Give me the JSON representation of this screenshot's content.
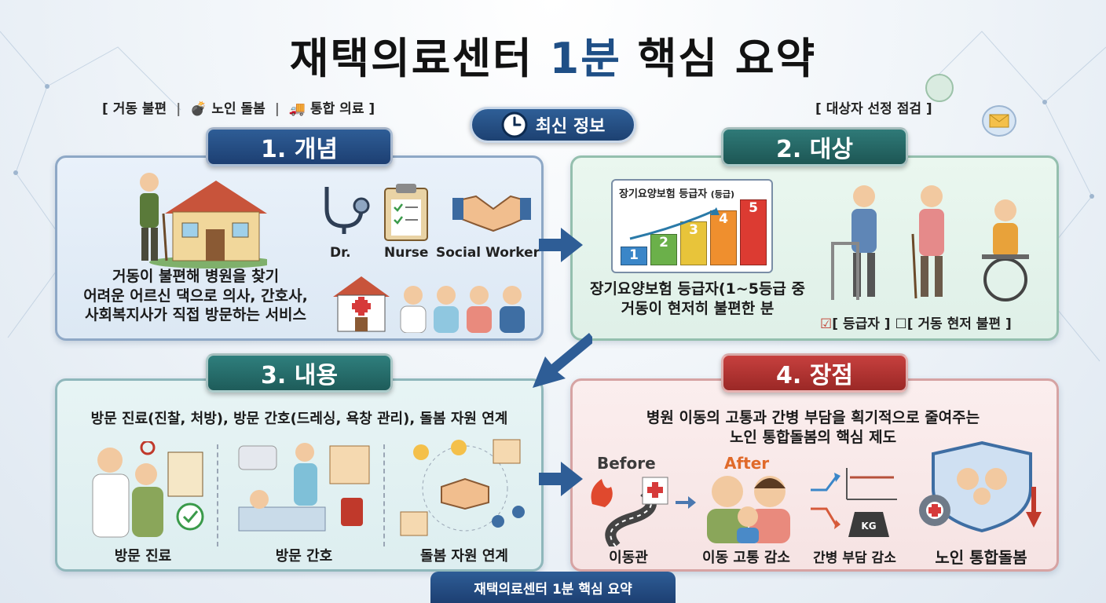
{
  "title": {
    "main": "재택의료센터",
    "accent": "1분",
    "rest": "핵심 요약"
  },
  "tags": {
    "left_open": "[",
    "left_1": "거동 불편",
    "left_2": "노인 돌봄",
    "left_3": "통합 의료",
    "left_close": "]",
    "right": "[ 대상자 선정 점검 ]"
  },
  "latest_label": "최신 정보",
  "section1": {
    "header": "1. 개념",
    "roles": [
      "Dr.",
      "Nurse",
      "Social Worker"
    ],
    "desc": [
      "거동이 불편해 병원을 찾기",
      "어려운 어르신 댁으로 의사, 간호사,",
      "사회복지사가 직접 방문하는 서비스"
    ]
  },
  "section2": {
    "header": "2. 대상",
    "chart_title": "장기요양보험 등급자",
    "chart_tag": "(등급)",
    "grades": [
      "1",
      "2",
      "3",
      "4",
      "5"
    ],
    "desc": [
      "장기요양보험 등급자(1~5등급 중",
      "거동이 현저히 불편한 분"
    ],
    "check_1": "[ 등급자 ]",
    "check_2": "[ 거동 현저 불편 ]"
  },
  "section3": {
    "header": "3. 내용",
    "desc": "방문 진료(진찰, 처방), 방문 간호(드레싱, 욕창 관리), 돌봄 자원 연계",
    "items": [
      "방문 진료",
      "방문 간호",
      "돌봄 자원 연계"
    ]
  },
  "section4": {
    "header": "4. 장점",
    "desc": [
      "병원 이동의 고통과 간병 부담을 획기적으로 줄여주는",
      "노인 통합돌봄의 핵심 제도"
    ],
    "before": "Before",
    "after": "After",
    "kg": "KG",
    "labels": [
      "이동관",
      "이동 고통 감소",
      "간병 부담 감소",
      "노인 통합돌봄"
    ]
  },
  "footer": "재택의료센터 1분 핵심 요약",
  "colors": {
    "navy": "#1f4f86",
    "teal": "#2f7a78",
    "red": "#c6403e"
  }
}
